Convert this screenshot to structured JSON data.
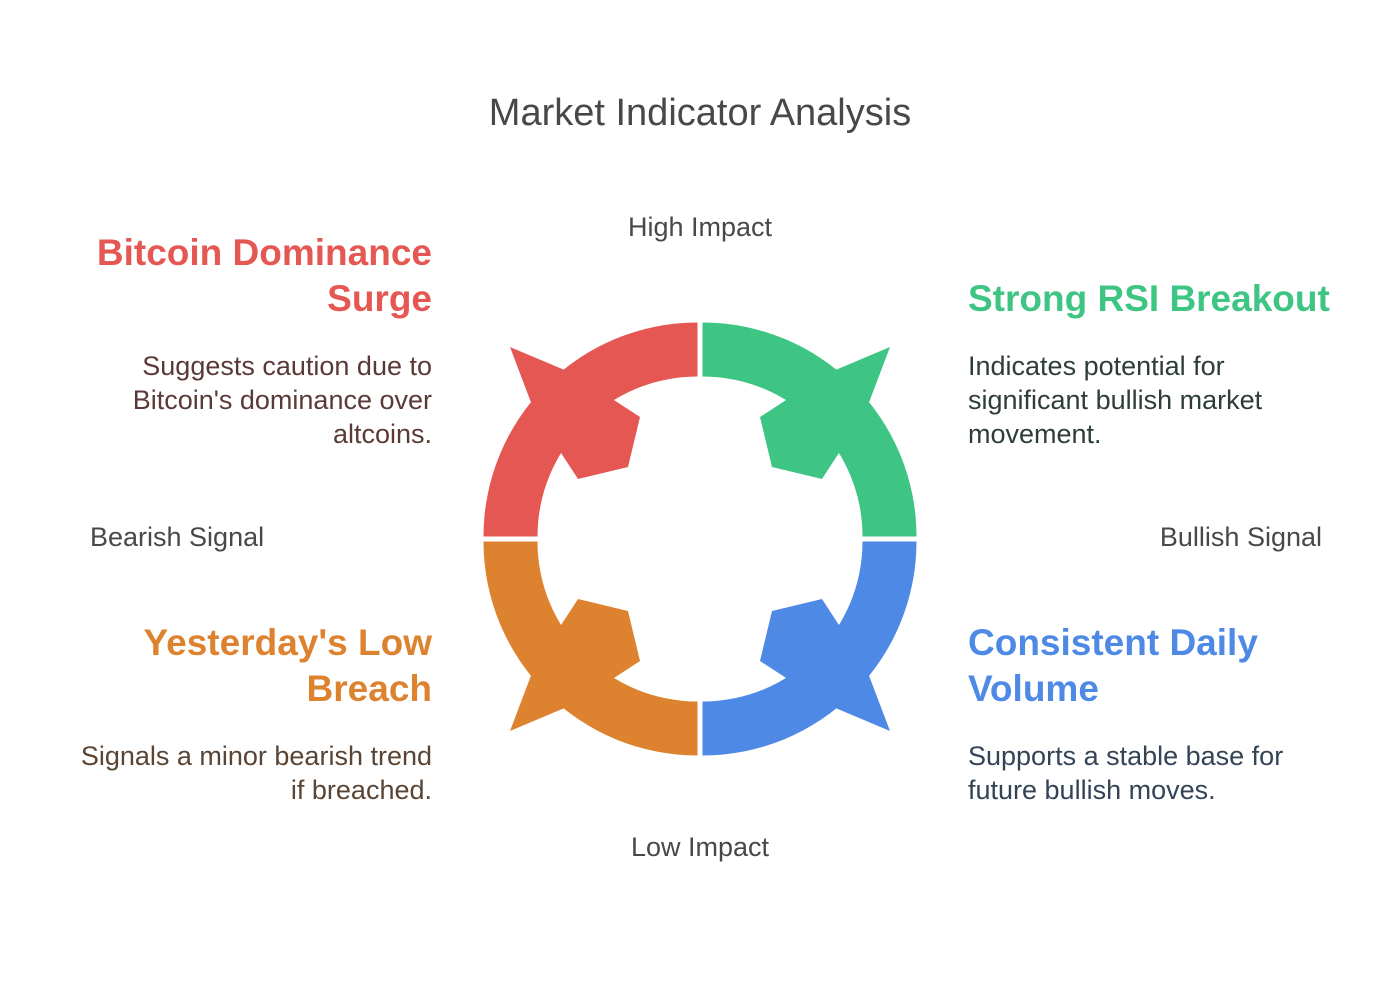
{
  "title": "Market Indicator Analysis",
  "axes": {
    "top": "High Impact",
    "bottom": "Low Impact",
    "left": "Bearish Signal",
    "right": "Bullish Signal"
  },
  "quadrants": [
    {
      "id": "top-left",
      "title": "Bitcoin Dominance Surge",
      "description": "Suggests caution due to Bitcoin's dominance over altcoins.",
      "color": "#E55753"
    },
    {
      "id": "top-right",
      "title": "Strong RSI Breakout",
      "description": "Indicates potential for significant bullish market movement.",
      "color": "#3EC584"
    },
    {
      "id": "bottom-left",
      "title": "Yesterday's Low Breach",
      "description": "Signals a minor bearish trend if breached.",
      "color": "#DD832F"
    },
    {
      "id": "bottom-right",
      "title": "Consistent Daily Volume",
      "description": "Supports a stable base for future bullish moves.",
      "color": "#4E89E6"
    }
  ],
  "text_colors": {
    "top-left": "#5A3A37",
    "top-right": "#2F3D37",
    "bottom-left": "#5A4534",
    "bottom-right": "#344356"
  }
}
